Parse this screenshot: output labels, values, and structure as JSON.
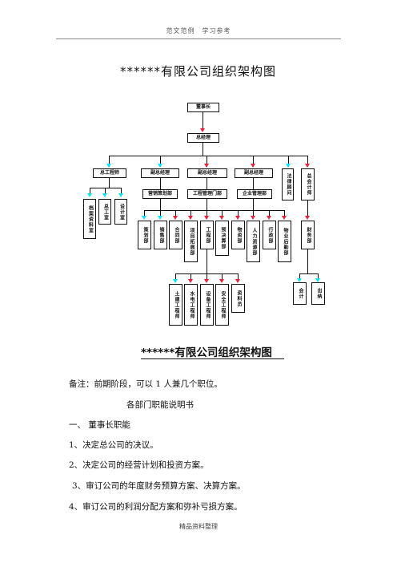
{
  "header": {
    "text": "范文范例　学习参考"
  },
  "doc_title": "******有限公司组织架构图",
  "org": {
    "chairman": "董事长",
    "gm": "总经理",
    "level2": [
      "总工程师",
      "副总经理",
      "副总经理",
      "副总经理",
      "法律顾问",
      "总会计师"
    ],
    "chief_engineer_children": [
      "档案资料室",
      "总工室",
      "设计室"
    ],
    "vp_departments": [
      "营销策划部",
      "工程管理门部",
      "企业管理部"
    ],
    "departments": [
      "策划部",
      "销售部",
      "合同部",
      "项目拓展部",
      "工程部",
      "预决算部",
      "物资部",
      "人力资源部",
      "行政部",
      "物业后勤部"
    ],
    "finance": "财务部",
    "finance_children": [
      "会计",
      "出纳"
    ],
    "engineering_children": [
      "土建工程师",
      "水电工程师",
      "设备工程师",
      "安全工程师",
      "资料员"
    ],
    "colors": {
      "cyan_arrow": "#00e5ff",
      "red_arrow": "#e8203a",
      "line": "#111111"
    }
  },
  "chart_title": "******有限公司组织架构图",
  "note": "备注：前期阶段，可以 1 人兼几个职位。",
  "subtitle": "各部门职能说明书",
  "sections": [
    "一、 董事长职能",
    "1、决定总公司的决议。",
    "2、决定公司的经营计划和投资方案。",
    "3、审订公司的年度财务预算方案、决算方案。",
    "4、审订公司的利润分配方案和弥补亏损方案。"
  ],
  "footer": {
    "text": "精品资料整理"
  }
}
